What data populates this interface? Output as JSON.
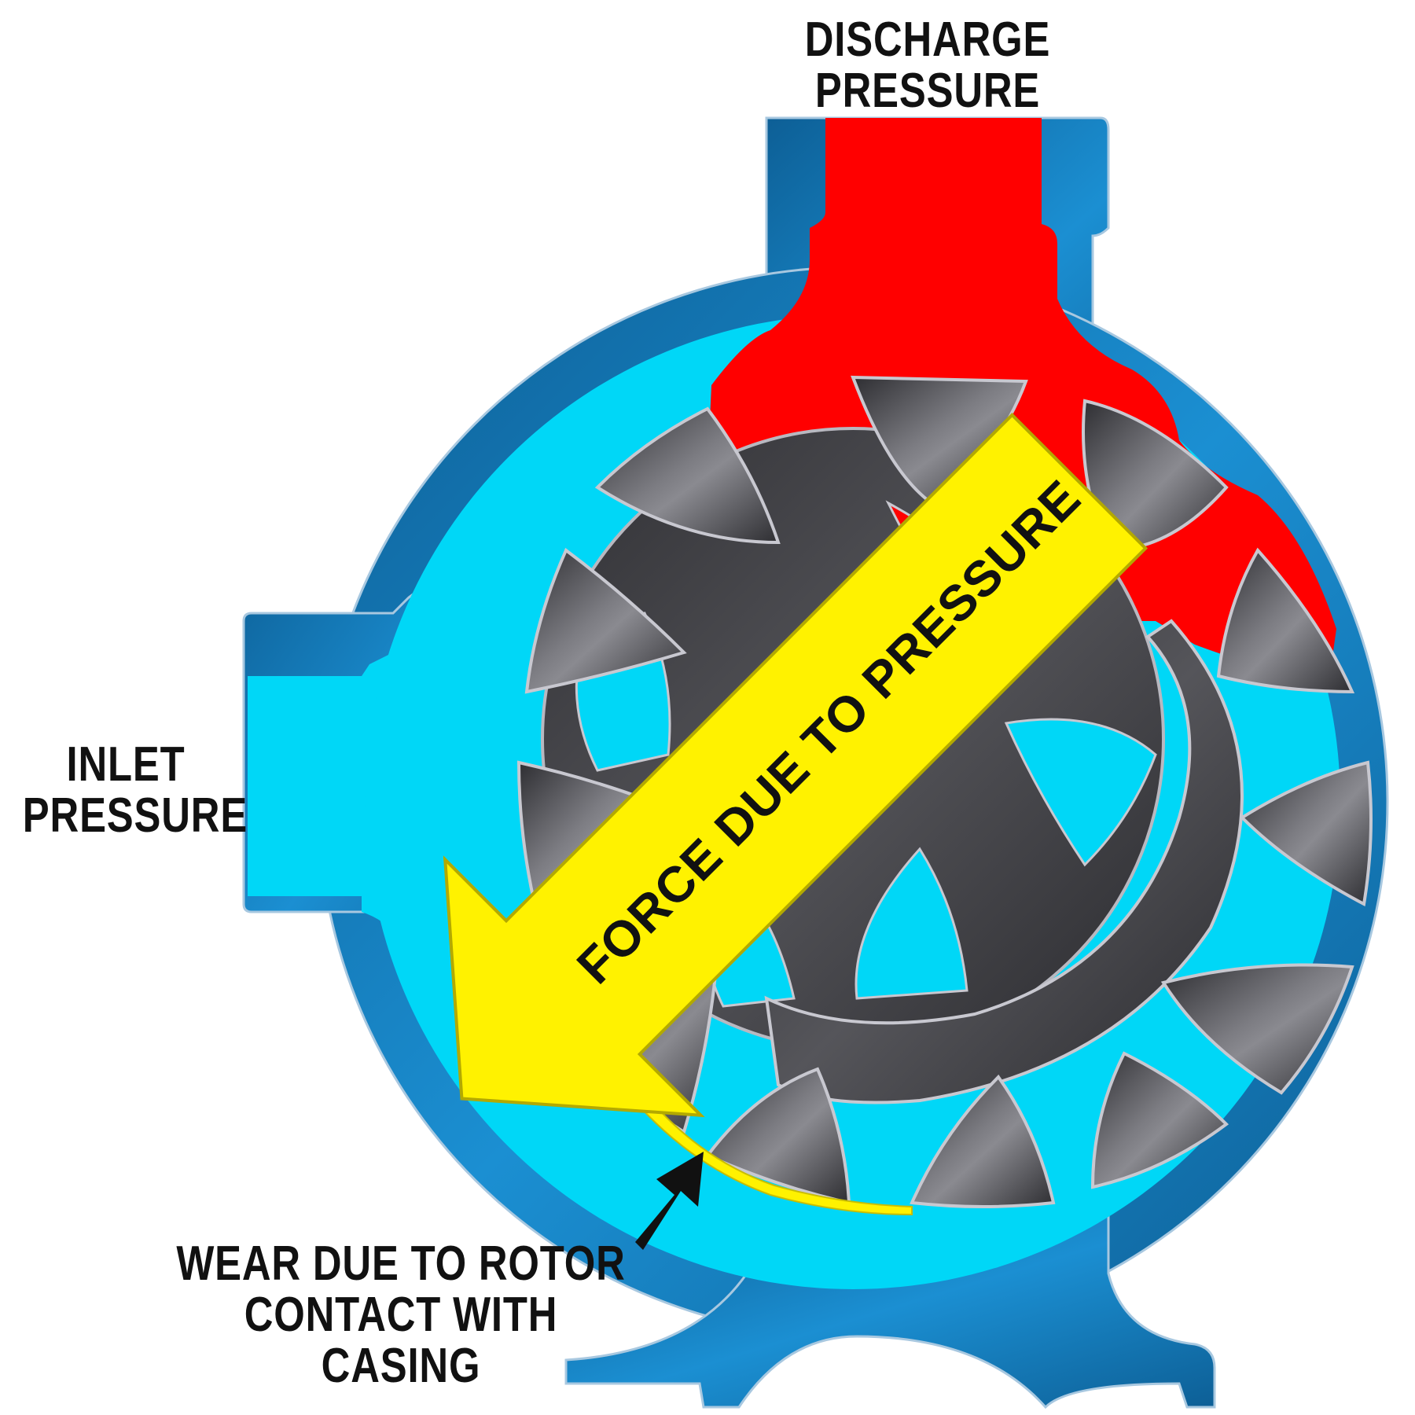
{
  "labels": {
    "discharge_line1": "DISCHARGE",
    "discharge_line2": "PRESSURE",
    "inlet_line1": "INLET",
    "inlet_line2": "PRESSURE",
    "force": "FORCE DUE TO PRESSURE",
    "wear_line1": "WEAR DUE TO ROTOR",
    "wear_line2": "CONTACT WITH CASING"
  },
  "colors": {
    "casing": "#1780c2",
    "casing_dark": "#0d5f96",
    "inlet_fluid": "#00d7f7",
    "discharge_fluid": "#ff0000",
    "rotor": "#3a3a3e",
    "force_arrow": "#fff200",
    "wear_zone": "#fff200",
    "text": "#111111"
  }
}
